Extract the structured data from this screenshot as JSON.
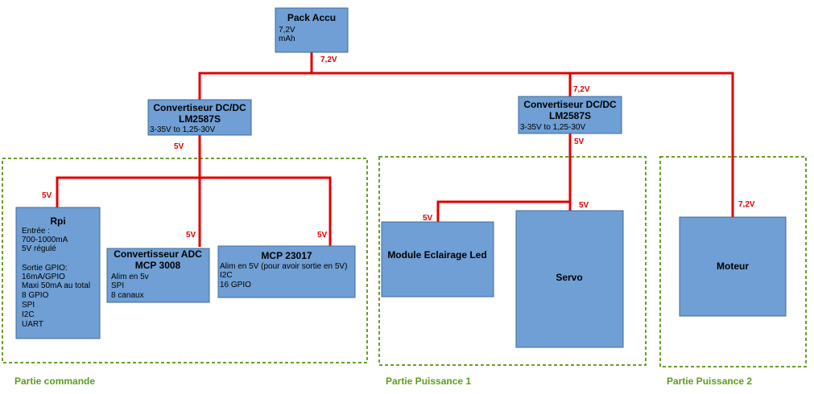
{
  "blocks": {
    "pack_accu": {
      "title": "Pack Accu",
      "lines": [
        "7,2V",
        "mAh"
      ]
    },
    "dcdc_left": {
      "title_lines": [
        "Convertiseur DC/DC",
        "LM2587S"
      ],
      "spec": "3-35V to 1,25-30V"
    },
    "dcdc_right": {
      "title_lines": [
        "Convertiseur DC/DC",
        "LM2587S"
      ],
      "spec": "3-35V to 1,25-30V"
    },
    "rpi": {
      "title": "Rpi",
      "lines": [
        "Entrée :",
        "700-1000mA",
        "5V régulé",
        "",
        "Sortie GPIO:",
        "16mA/GPIO",
        "Maxi 50mA au total",
        "8 GPIO",
        "SPI",
        "I2C",
        "UART"
      ]
    },
    "adc": {
      "title_lines": [
        "Convertisseur ADC",
        "MCP 3008"
      ],
      "lines": [
        "Alim en 5v",
        "SPI",
        "8 canaux"
      ]
    },
    "mcp23017": {
      "title": "MCP 23017",
      "lines": [
        "Alim en 5V (pour avoir sortie en 5V)",
        "I2C",
        "16 GPIO"
      ]
    },
    "led_module": {
      "title": "Module Eclairage Led"
    },
    "servo": {
      "title": "Servo"
    },
    "moteur": {
      "title": "Moteur"
    }
  },
  "wire_labels": {
    "main_bus": "7,2V",
    "dcdc_right_in": "7,2V",
    "dcdc_left_out": "5V",
    "rpi_in": "5V",
    "adc_in": "5V",
    "mcp_in": "5V",
    "dcdc_right_out": "5V",
    "led_in": "5V",
    "servo_in": "5V",
    "moteur_in": "7,2V"
  },
  "groups": {
    "commande": "Partie commande",
    "puissance1": "Partie Puissance 1",
    "puissance2": "Partie Puissance 2"
  },
  "colors": {
    "block_fill": "#6f9fd4",
    "block_stroke": "#3f6a9a",
    "wire": "#e00000",
    "group_border": "#6a9e2a",
    "group_label": "#5a9e1e"
  }
}
